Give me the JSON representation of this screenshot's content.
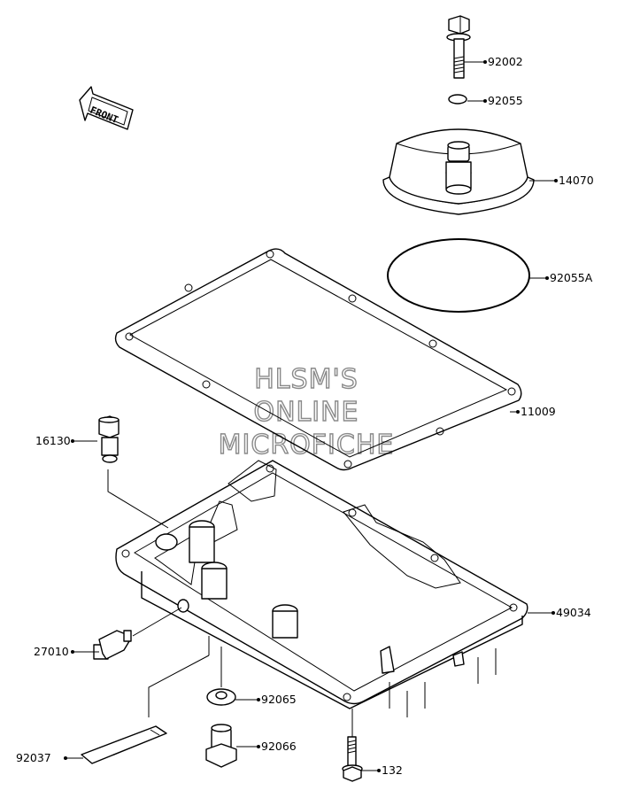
{
  "front_label": "FRONT",
  "watermark": [
    "HLSM'S",
    "ONLINE",
    "MICROFICHE"
  ],
  "parts": [
    {
      "id": "bolt-top",
      "number": "92002"
    },
    {
      "id": "oring-small",
      "number": "92055"
    },
    {
      "id": "filter-cover",
      "number": "14070"
    },
    {
      "id": "oring-large",
      "number": "92055A"
    },
    {
      "id": "gasket",
      "number": "11009"
    },
    {
      "id": "adapter",
      "number": "16130"
    },
    {
      "id": "oil-pan",
      "number": "49034"
    },
    {
      "id": "switch",
      "number": "27010"
    },
    {
      "id": "washer",
      "number": "92065"
    },
    {
      "id": "drain-plug",
      "number": "92066"
    },
    {
      "id": "lead-wire",
      "number": "92037"
    },
    {
      "id": "bolt-bottom",
      "number": "132"
    }
  ]
}
